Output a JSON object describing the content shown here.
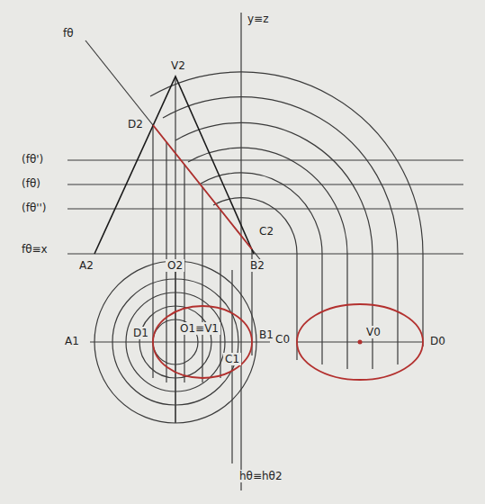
{
  "diagram": {
    "labels": [
      "fθ",
      "y≡z",
      "V2",
      "D2",
      "(fθ')",
      "(fθ)",
      "(fθ'')",
      "fθ≡x",
      "A2",
      "O2",
      "B2",
      "C2",
      "A1",
      "D1",
      "O1≡V1",
      "C1",
      "B1",
      "C0",
      "V0",
      "D0",
      "hθ≡hθ2"
    ]
  }
}
